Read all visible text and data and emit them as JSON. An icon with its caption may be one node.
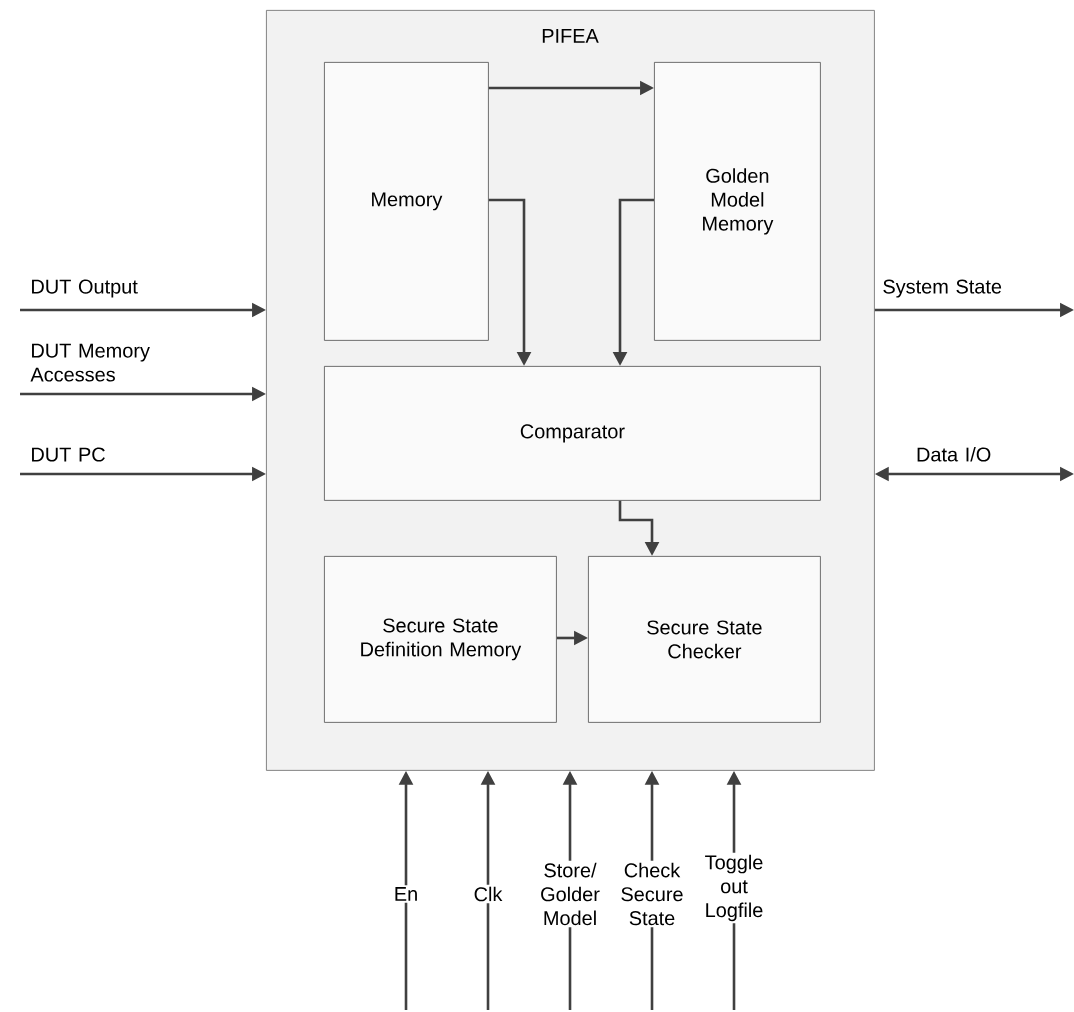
{
  "diagram": {
    "nodes": [
      {
        "text": [
          "PIFEA"
        ]
      },
      {
        "text": [
          "Memory"
        ],
        "in": 0
      },
      {
        "text": [
          "Golden Model Memory"
        ],
        "in": 0
      },
      {
        "text": [
          "Comparator"
        ],
        "in": 0
      },
      {
        "text": [
          "Secure State Definition Memory"
        ],
        "in": 0
      },
      {
        "text": [
          "Secure State Checker"
        ],
        "in": 0
      }
    ],
    "edges": [
      {
        "from": 1,
        "to": 2,
        "arrow": "to"
      },
      {
        "from": 1,
        "to": 3,
        "arrow": "to"
      },
      {
        "from": 2,
        "to": 3,
        "arrow": "to"
      },
      {
        "from": 3,
        "to": 5,
        "arrow": "to"
      },
      {
        "from": 4,
        "to": 5,
        "arrow": "to"
      },
      {
        "from": null,
        "to": 0,
        "arrow": "to",
        "label": "DUT Output"
      },
      {
        "from": null,
        "to": 0,
        "arrow": "to",
        "label": "DUT Memory Accesses"
      },
      {
        "from": null,
        "to": 0,
        "arrow": "to",
        "label": "DUT PC"
      },
      {
        "from": 0,
        "to": null,
        "arrow": "to",
        "label": "System State"
      },
      {
        "from": 0,
        "to": null,
        "arrow": "both",
        "label": "Data I/O"
      },
      {
        "from": null,
        "to": 0,
        "arrow": "to",
        "label": "En"
      },
      {
        "from": null,
        "to": 0,
        "arrow": "to",
        "label": "Clk"
      },
      {
        "from": null,
        "to": 0,
        "arrow": "to",
        "label": "Store/ Golder Model"
      },
      {
        "from": null,
        "to": 0,
        "arrow": "to",
        "label": "Check Secure State"
      },
      {
        "from": null,
        "to": 0,
        "arrow": "to",
        "label": "Toggle out Logfile"
      }
    ]
  }
}
